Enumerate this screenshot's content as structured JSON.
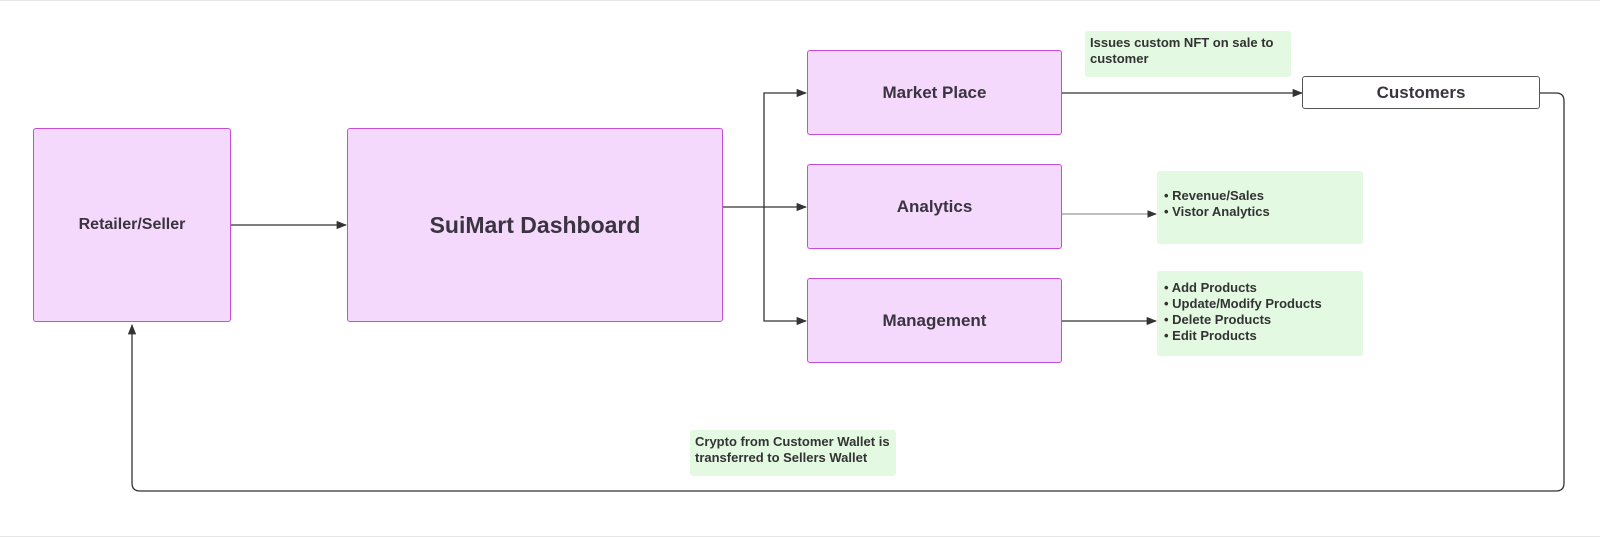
{
  "nodes": {
    "retailer": "Retailer/Seller",
    "dashboard": "SuiMart Dashboard",
    "marketplace": "Market Place",
    "analytics": "Analytics",
    "management": "Management",
    "customers": "Customers"
  },
  "notes": {
    "nft": "Issues custom NFT on sale to customer",
    "analytics_items": [
      "Revenue/Sales",
      "Vistor Analytics"
    ],
    "management_items": [
      "Add Products",
      "Update/Modify Products",
      "Delete Products",
      "Edit Products"
    ],
    "crypto": "Crypto from Customer Wallet is transferred to Sellers Wallet"
  },
  "colors": {
    "node_fill": "#f4d9fc",
    "node_border": "#c24fd6",
    "note_fill": "#e3f9e2",
    "line": "#333333"
  }
}
